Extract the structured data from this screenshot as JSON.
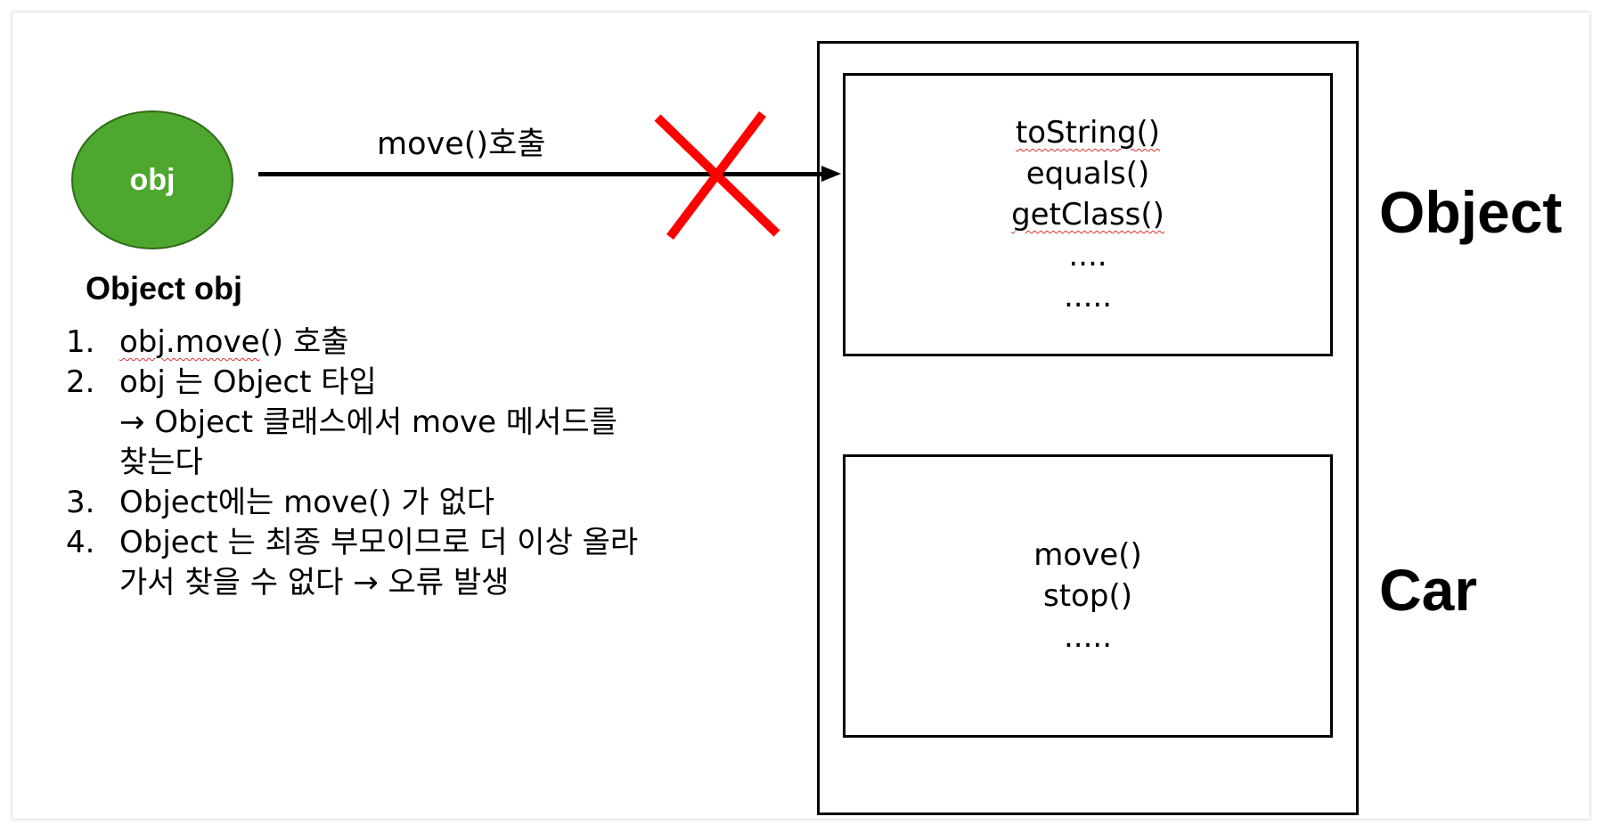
{
  "variable": {
    "name": "obj",
    "declaration": "Object obj",
    "color": "#4ea72e"
  },
  "call": {
    "label": "move()호출",
    "blocked_mark_color": "#ff0000"
  },
  "steps": [
    {
      "num": "1.",
      "text": "obj.move() 호출"
    },
    {
      "num": "2.",
      "text": "obj 는 Object 타입\n→ Object 클래스에서 move 메서드를 찾는다"
    },
    {
      "num": "3.",
      "text": "Object에는 move() 가 없다"
    },
    {
      "num": "4.",
      "text": "Object 는 최종 부모이므로 더 이상 올라 가서 찾을 수 없다 → 오류 발생"
    }
  ],
  "classes": [
    {
      "label": "Object",
      "methods": [
        "toString()",
        "equals()",
        "getClass()",
        "....",
        "....."
      ]
    },
    {
      "label": "Car",
      "methods": [
        "move()",
        "stop()",
        "....."
      ]
    }
  ]
}
